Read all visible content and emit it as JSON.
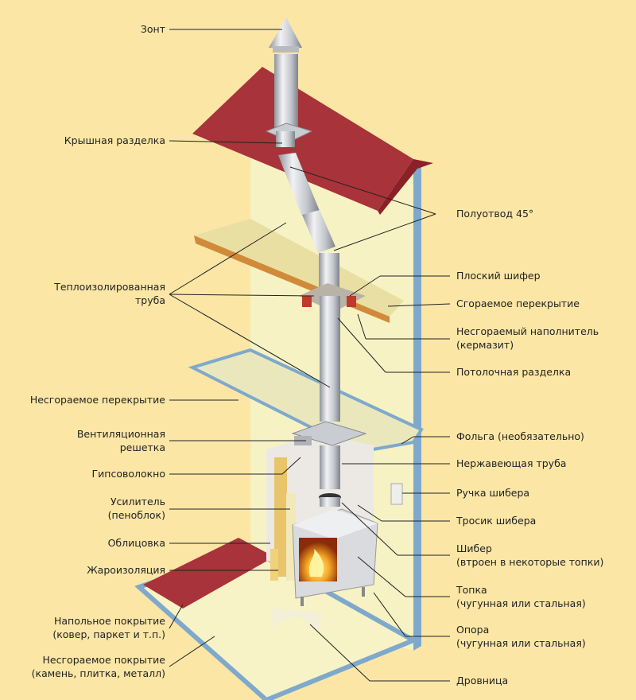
{
  "labels": {
    "zont": "Зонт",
    "roof_cut": "Крышная разделка",
    "half_bend": "Полуотвод 45°",
    "insulated_pipe_1": "Теплоизолированная",
    "insulated_pipe_2": "труба",
    "flat_slate": "Плоский шифер",
    "combustible_floor": "Сгораемое перекрытие",
    "noncomb_filler_1": "Несгораемый наполнитель",
    "noncomb_filler_2": "(кермазит)",
    "ceiling_cut": "Потолочная разделка",
    "noncomb_floor": "Несгораемое перекрытие",
    "vent_grille_1": "Вентиляционная",
    "vent_grille_2": "решетка",
    "foil": "Фольга (необязательно)",
    "stainless_pipe": "Нержавеющая труба",
    "gypsum_fiber": "Гипсоволокно",
    "damper_handle": "Ручка шибера",
    "reinforcer_1": "Усилитель",
    "reinforcer_2": "(пеноблок)",
    "damper_cable": "Тросик шибера",
    "cladding": "Облицовка",
    "damper_1": "Шибер",
    "damper_2": "(втроен в некоторые топки)",
    "heat_insulation": "Жароизоляция",
    "firebox_1": "Топка",
    "firebox_2": "(чугунная или стальная)",
    "floor_cover_1": "Напольное покрытие",
    "floor_cover_2": "(ковер, паркет и т.п.)",
    "support_1": "Опора",
    "support_2": "(чугунная или стальная)",
    "noncomb_cover_1": "Несгораемое покрытие",
    "noncomb_cover_2": "(камень, плитка, металл)",
    "woodshed": "Дровница"
  },
  "colors": {
    "background": "#fbe6a6",
    "roof": "#a8333a",
    "wall": "#f7f3c2",
    "wall_edge": "#7ea9cc",
    "slab": "#e9e6bb",
    "pipe": "#c9ccd2",
    "fire": "#f39c12"
  }
}
